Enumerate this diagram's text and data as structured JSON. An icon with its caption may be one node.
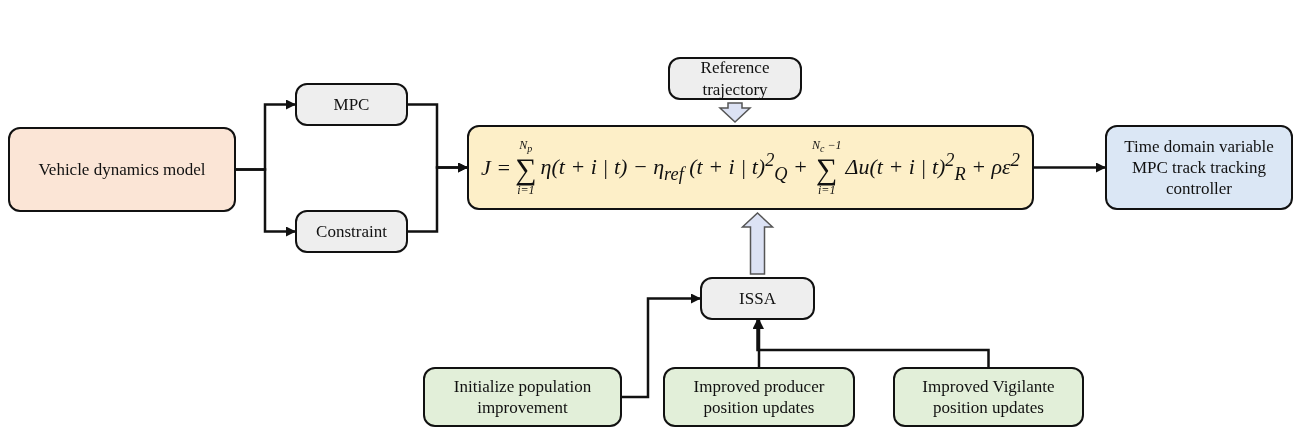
{
  "diagram": {
    "nodes": [
      {
        "text": [
          "Vehicle dynamics model"
        ]
      },
      {
        "text": [
          "MPC"
        ]
      },
      {
        "text": [
          "Constraint"
        ]
      },
      {
        "text": [
          "J =",
          "N$_{p}$",
          "∑",
          "i=1",
          "η(t + i | t) − η$_{ref}$ (t + i | t)$^{2}$$_{Q}$ +",
          "N$_{c}$ −1",
          "∑",
          "i=1",
          "Δu(t + i | t)$^{2}$$_{R}$ + ρε$^{2}$"
        ]
      },
      {
        "text": [
          "Reference trajectory"
        ]
      },
      {
        "text": [
          "Time domain variable MPC track tracking controller"
        ]
      },
      {
        "text": [
          "ISSA"
        ]
      },
      {
        "text": [
          "Initialize population improvement"
        ]
      },
      {
        "text": [
          "Improved producer position updates"
        ]
      },
      {
        "text": [
          "Improved Vigilante position updates"
        ]
      }
    ],
    "edges": [
      {
        "from": 0,
        "to": 1,
        "arrow": "to"
      },
      {
        "from": 0,
        "to": 2,
        "arrow": "to"
      },
      {
        "from": 1,
        "to": 3,
        "arrow": "to"
      },
      {
        "from": 2,
        "to": 3,
        "arrow": "to"
      },
      {
        "from": 3,
        "to": 5,
        "arrow": "to"
      },
      {
        "from": 4,
        "to": 3,
        "arrow": "to",
        "style": "thick",
        "color": "#dce2f4"
      },
      {
        "from": 6,
        "to": 3,
        "arrow": "to",
        "style": "thick",
        "color": "#dce2f4"
      },
      {
        "from": 7,
        "to": 6,
        "arrow": "to"
      },
      {
        "from": 8,
        "to": 6,
        "arrow": "to"
      },
      {
        "from": 9,
        "to": 6,
        "arrow": "to"
      }
    ]
  }
}
